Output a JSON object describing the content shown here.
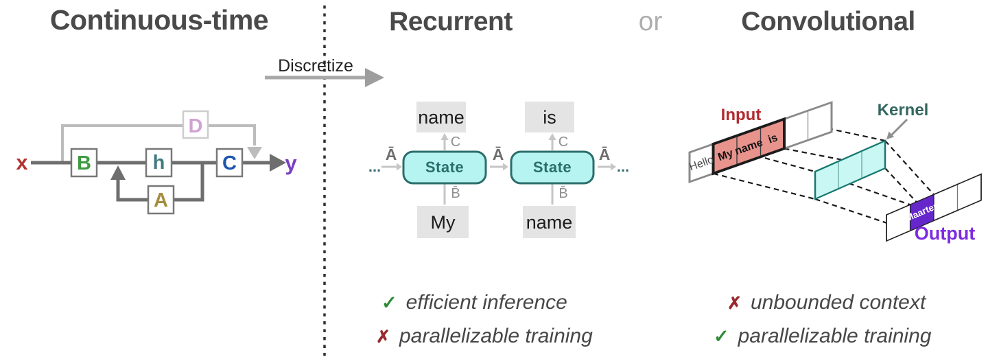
{
  "titles": {
    "continuous": "Continuous-time",
    "recurrent": "Recurrent",
    "or": "or",
    "convolutional": "Convolutional"
  },
  "discretize": {
    "label": "Discretize"
  },
  "continuous_diagram": {
    "input": "x",
    "output": "y",
    "block_B": "B",
    "block_h": "h",
    "block_C": "C",
    "block_D": "D",
    "block_A": "A"
  },
  "recurrent_diagram": {
    "state": "State",
    "top_tokens": [
      "name",
      "is"
    ],
    "bottom_tokens": [
      "My",
      "name"
    ],
    "a_bar": "Ā",
    "b_bar": "B̄",
    "c": "C",
    "ellipsis": "..."
  },
  "conv_diagram": {
    "input_label": "Input",
    "kernel_label": "Kernel",
    "output_label": "Output",
    "input_cells": [
      "Hello",
      "My",
      "name",
      "is"
    ],
    "output_cell": "Maarten"
  },
  "notes": {
    "recurrent": [
      {
        "mark": "✓",
        "text": "efficient inference"
      },
      {
        "mark": "✗",
        "text": "parallelizable training"
      }
    ],
    "convolutional": [
      {
        "mark": "✗",
        "text": "unbounded context"
      },
      {
        "mark": "✓",
        "text": "parallelizable training"
      }
    ]
  },
  "colors": {
    "title_gray": "#4a4a4a",
    "or_gray": "#aeaeae",
    "x_red": "#b23530",
    "y_purple": "#7b3ec2",
    "B_green": "#3e9b41",
    "h_teal": "#3f7b80",
    "C_blue": "#1d56b0",
    "D_plum": "#d0a3d3",
    "A_olive": "#a68c3f",
    "main_line": "#6e6e6e",
    "light_line": "#bcbcbc",
    "state_fill": "#b5f4f1",
    "state_border": "#2c6e6b",
    "token_bg": "#e4e4e4",
    "input_red": "#b2292d",
    "salmon": "#e9938d",
    "kernel_teal": "#33675f",
    "kernel_fill": "#c8f7f4",
    "kernel_border": "#17796f",
    "output_purple": "#7c2be0",
    "output_cell_purple": "#6527cc",
    "check_green": "#2e8b37",
    "cross_red": "#992a2e"
  }
}
